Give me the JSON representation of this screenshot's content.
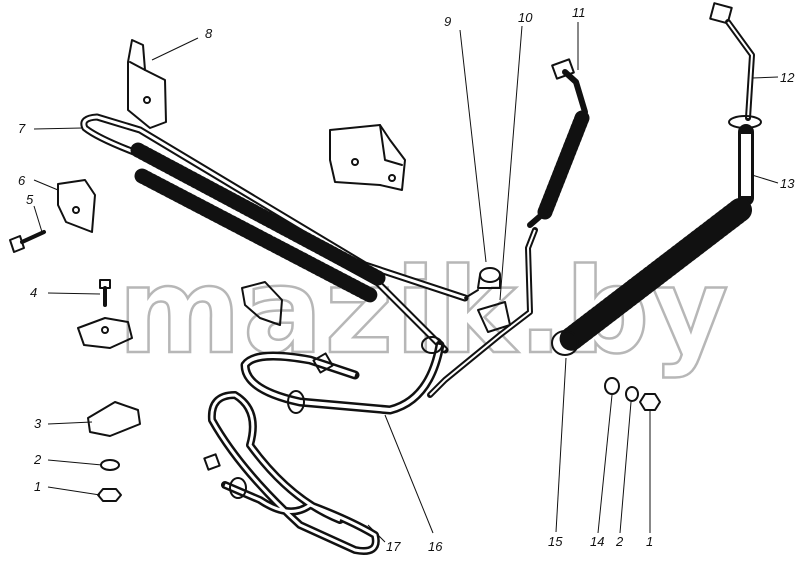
{
  "watermark": "mazik.by",
  "callouts": [
    {
      "id": "c1a",
      "text": "1"
    },
    {
      "id": "c2a",
      "text": "2"
    },
    {
      "id": "c3",
      "text": "3"
    },
    {
      "id": "c4",
      "text": "4"
    },
    {
      "id": "c5",
      "text": "5"
    },
    {
      "id": "c6",
      "text": "6"
    },
    {
      "id": "c7",
      "text": "7"
    },
    {
      "id": "c8",
      "text": "8"
    },
    {
      "id": "c9",
      "text": "9"
    },
    {
      "id": "c10",
      "text": "10"
    },
    {
      "id": "c11",
      "text": "11"
    },
    {
      "id": "c12",
      "text": "12"
    },
    {
      "id": "c13",
      "text": "13"
    },
    {
      "id": "c14",
      "text": "14"
    },
    {
      "id": "c2b",
      "text": "2"
    },
    {
      "id": "c1b",
      "text": "1"
    },
    {
      "id": "c15",
      "text": "15"
    },
    {
      "id": "c16",
      "text": "16"
    },
    {
      "id": "c17",
      "text": "17"
    }
  ]
}
